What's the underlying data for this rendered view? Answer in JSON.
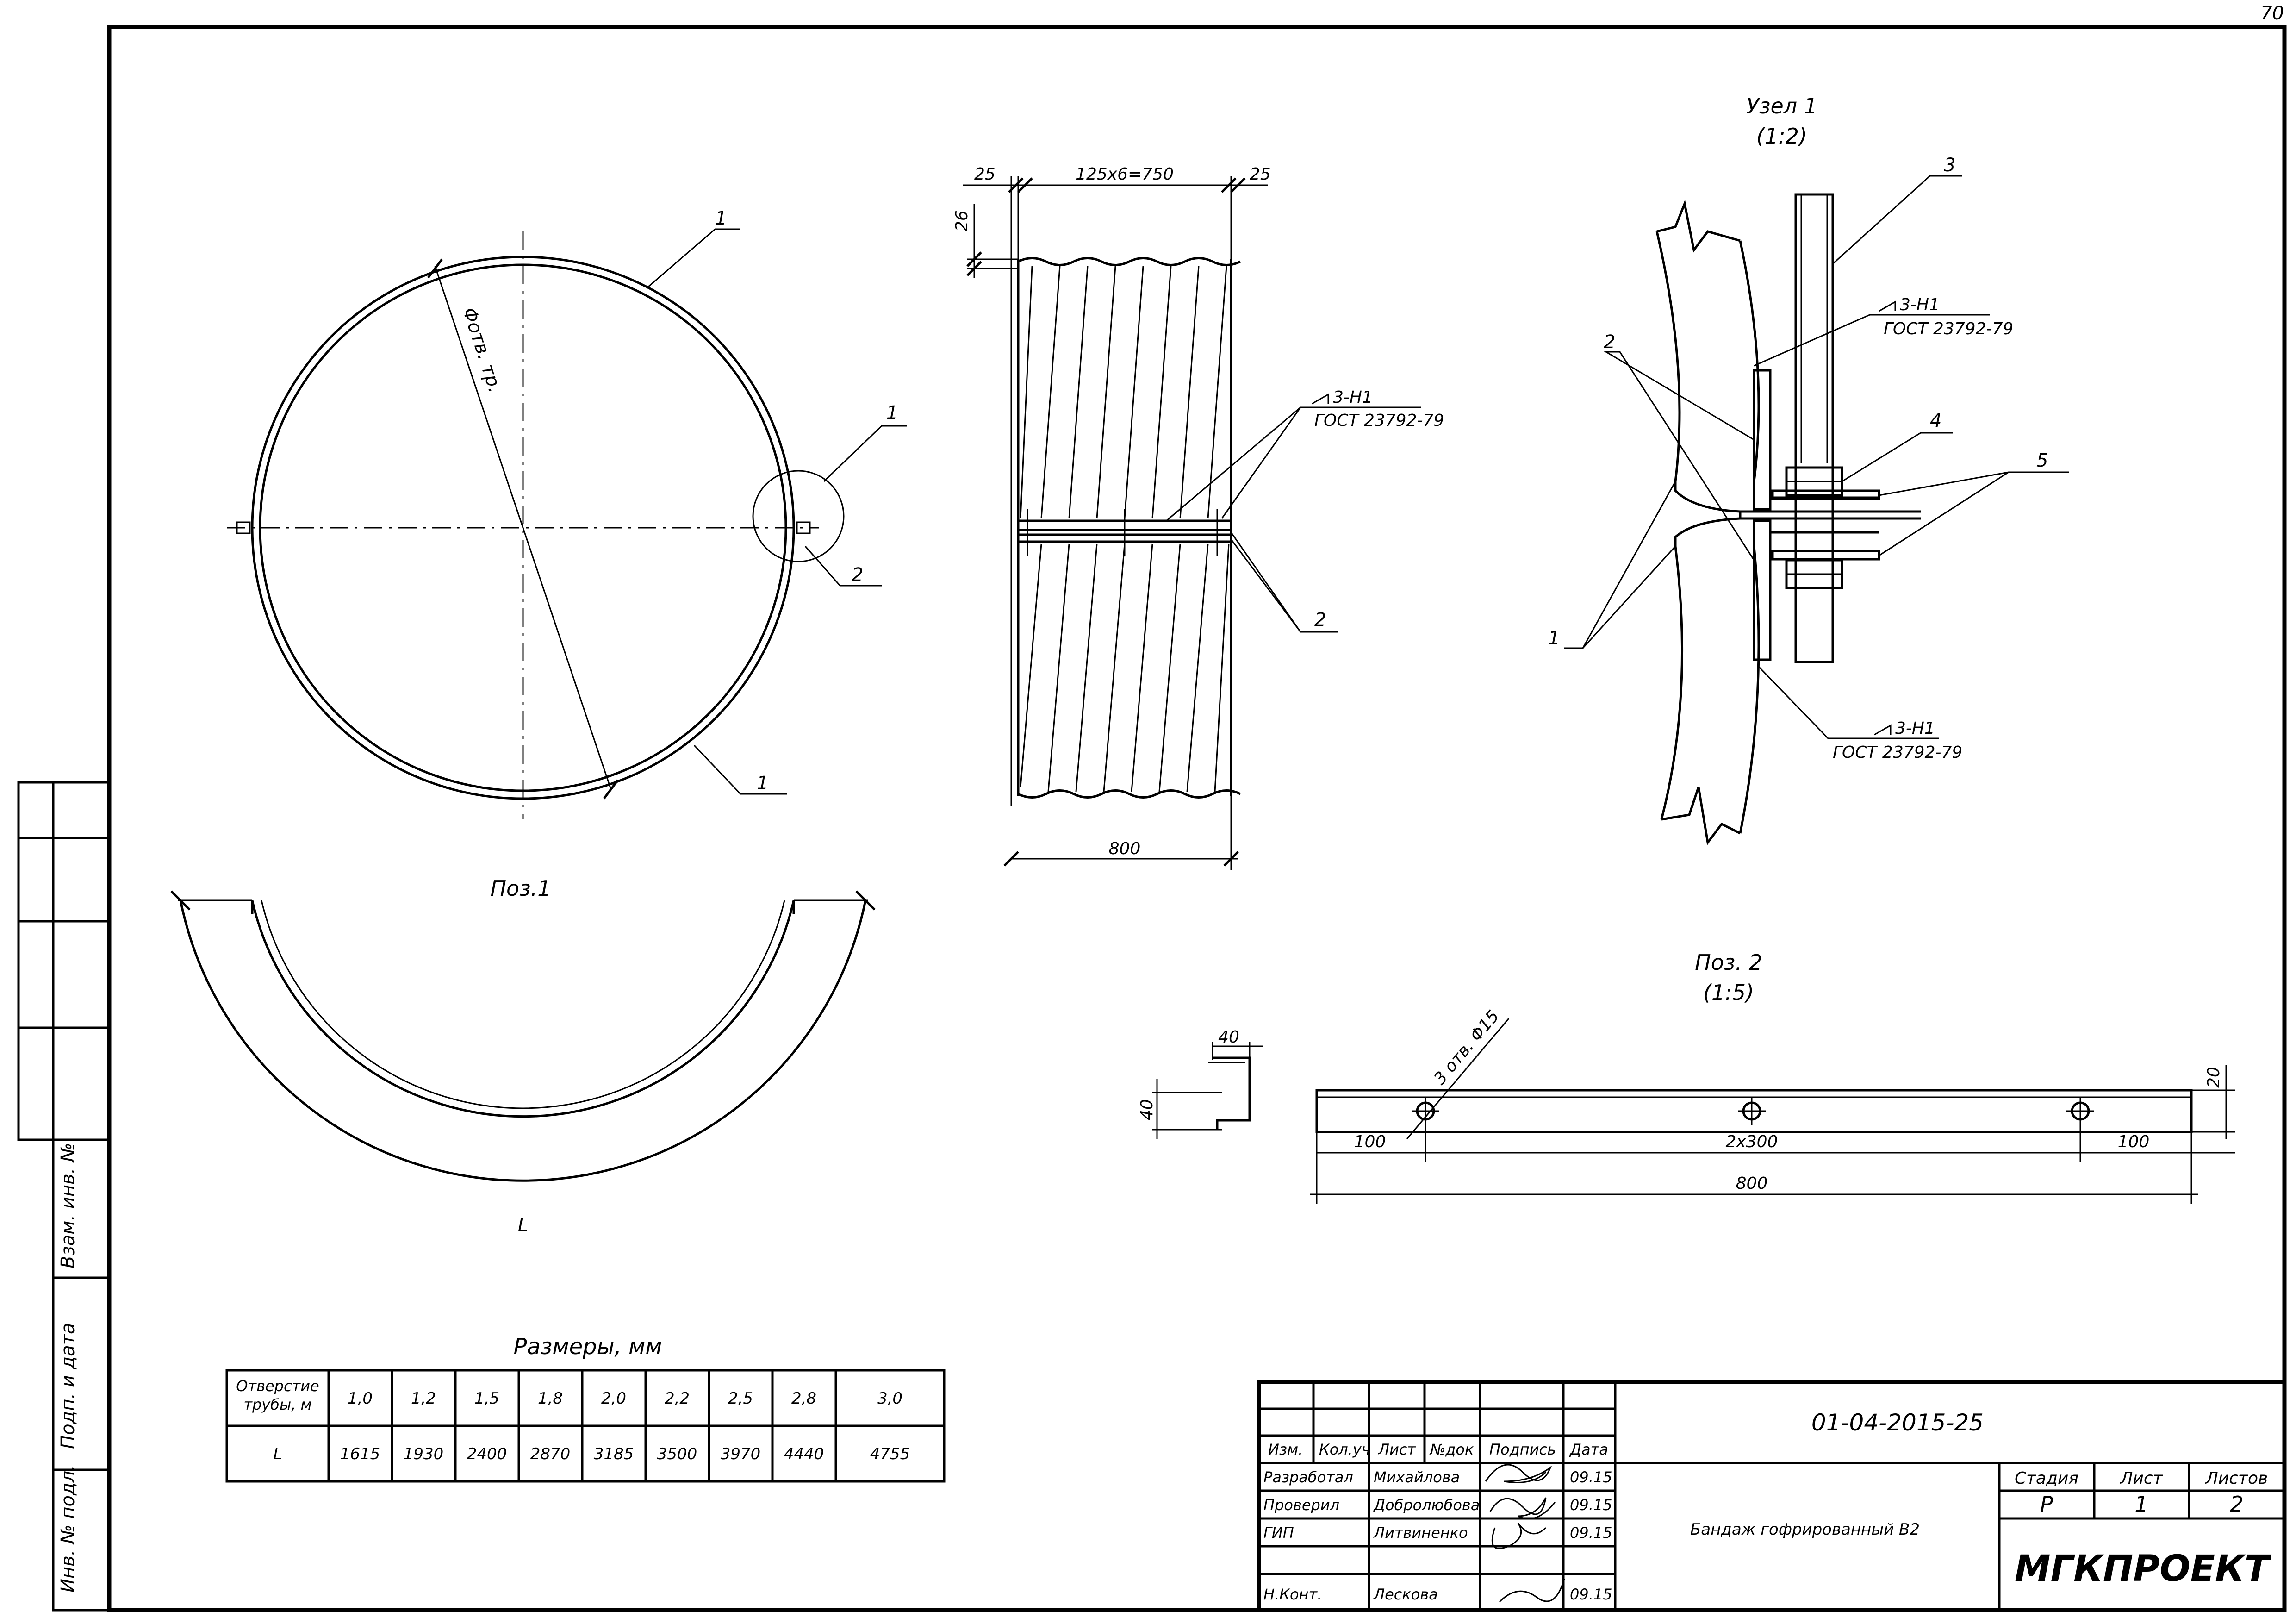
{
  "sheet": {
    "page_number": "70",
    "frame_labels": {
      "vzam_inv": "Взам. инв. №",
      "podp_data": "Подп. и дата",
      "inv_podl": "Инв. № подл."
    }
  },
  "ring_view": {
    "callout_1a": "1",
    "callout_1b": "1",
    "callout_1c": "1",
    "callout_2": "2",
    "dia_label": "Φотв. тр.",
    "pos_label": "Поз.1"
  },
  "arc_view": {
    "dim_L": "L"
  },
  "side_view": {
    "dim_left": "25",
    "dim_mid": "125x6=750",
    "dim_right": "25",
    "dim_height": "26",
    "dim_width": "800",
    "weld_symbol": "3-Н1",
    "weld_gost": "ГОСТ 23792-79",
    "callout_2": "2"
  },
  "node_view": {
    "title": "Узел 1",
    "scale": "(1:2)",
    "callout_1": "1",
    "callout_2": "2",
    "callout_3": "3",
    "callout_4": "4",
    "callout_5": "5",
    "weld_top_symbol": "3-Н1",
    "weld_top_gost": "ГОСТ 23792-79",
    "weld_bottom_symbol": "3-Н1",
    "weld_bottom_gost": "ГОСТ 23792-79"
  },
  "pos2": {
    "title": "Поз. 2",
    "scale": "(1:5)",
    "dim_40_top": "40",
    "dim_40_side": "40",
    "holes_label": "3 отв. Φ15",
    "dim_20": "20",
    "dim_100_left": "100",
    "dim_2x300": "2x300",
    "dim_100_right": "100",
    "dim_800": "800"
  },
  "sizes_table": {
    "title": "Размеры, мм",
    "row1_header": [
      "Отверстие",
      "трубы, м"
    ],
    "row1_values": [
      "1,0",
      "1,2",
      "1,5",
      "1,8",
      "2,0",
      "2,2",
      "2,5",
      "2,8",
      "3,0"
    ],
    "row2_header": "L",
    "row2_values": [
      "1615",
      "1930",
      "2400",
      "2870",
      "3185",
      "3500",
      "3970",
      "4440",
      "4755"
    ]
  },
  "title_block": {
    "doc_code": "01-04-2015-25",
    "headers": [
      "Изм.",
      "Кол.уч",
      "Лист",
      "№док",
      "Подпись",
      "Дата"
    ],
    "rows": [
      {
        "role": "Разработал",
        "name": "Михайлова",
        "date": "09.15"
      },
      {
        "role": "Проверил",
        "name": "Добролюбова",
        "date": "09.15"
      },
      {
        "role": "ГИП",
        "name": "Литвиненко",
        "date": "09.15"
      },
      {
        "role": "Н.Конт.",
        "name": "Лескова",
        "date": "09.15"
      }
    ],
    "drawing_name": "Бандаж гофрированный В2",
    "stage_header": "Стадия",
    "sheet_header": "Лист",
    "sheets_header": "Листов",
    "stage": "Р",
    "sheet": "1",
    "sheets": "2",
    "company": "МГКПРОЕКТ"
  }
}
